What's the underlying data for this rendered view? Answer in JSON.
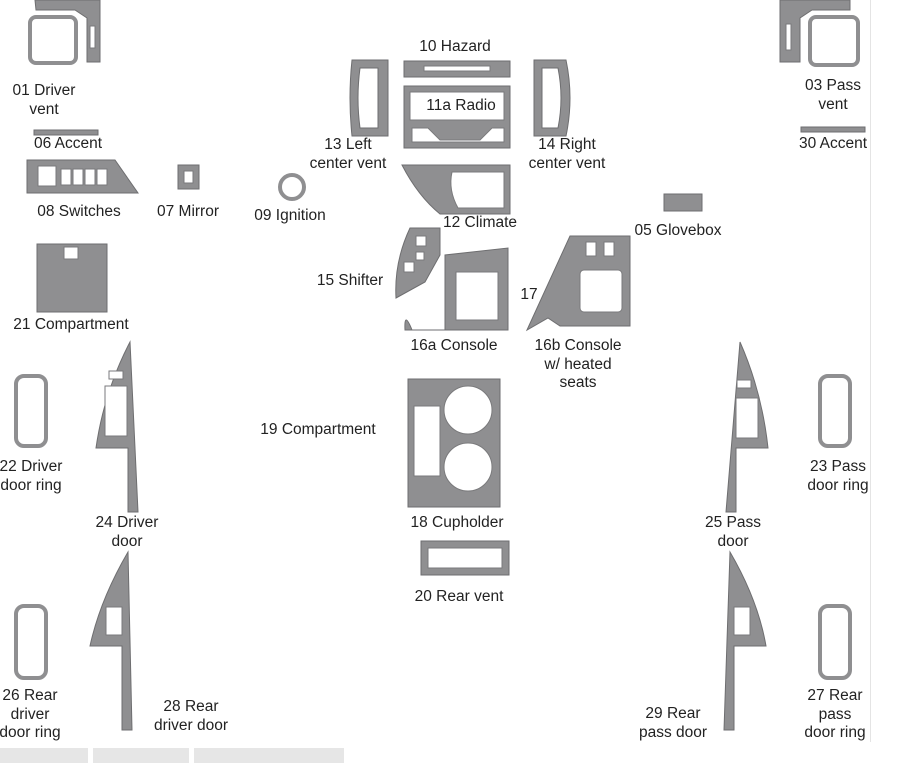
{
  "labels": [
    {
      "id": "01",
      "text": "01 Driver\nvent"
    },
    {
      "id": "03",
      "text": "03 Pass\nvent"
    },
    {
      "id": "05",
      "text": "05 Glovebox"
    },
    {
      "id": "06",
      "text": "06 Accent"
    },
    {
      "id": "07",
      "text": "07 Mirror"
    },
    {
      "id": "08",
      "text": "08 Switches"
    },
    {
      "id": "09",
      "text": "09 Ignition"
    },
    {
      "id": "10",
      "text": "10 Hazard"
    },
    {
      "id": "11a",
      "text": "11a Radio"
    },
    {
      "id": "12",
      "text": "12 Climate"
    },
    {
      "id": "13",
      "text": "13 Left\ncenter vent"
    },
    {
      "id": "14",
      "text": "14 Right\ncenter vent"
    },
    {
      "id": "15",
      "text": "15 Shifter"
    },
    {
      "id": "16a",
      "text": "16a Console"
    },
    {
      "id": "16b",
      "text": "16b Console\nw/ heated\nseats"
    },
    {
      "id": "17",
      "text": "17"
    },
    {
      "id": "18",
      "text": "18 Cupholder"
    },
    {
      "id": "19",
      "text": "19 Compartment"
    },
    {
      "id": "20",
      "text": "20 Rear vent"
    },
    {
      "id": "21",
      "text": "21 Compartment"
    },
    {
      "id": "22",
      "text": "22 Driver\ndoor ring"
    },
    {
      "id": "23",
      "text": "23 Pass\ndoor ring"
    },
    {
      "id": "24",
      "text": "24 Driver\ndoor"
    },
    {
      "id": "25",
      "text": "25 Pass\ndoor"
    },
    {
      "id": "26",
      "text": "26 Rear\ndriver\ndoor ring"
    },
    {
      "id": "27",
      "text": "27 Rear\npass\ndoor ring"
    },
    {
      "id": "28",
      "text": "28 Rear\ndriver door"
    },
    {
      "id": "29",
      "text": "29 Rear\npass door"
    },
    {
      "id": "30",
      "text": "30 Accent"
    }
  ],
  "colors": {
    "part_fill": "#8f8f91",
    "part_stroke": "#6e6e70",
    "background": "#ffffff"
  }
}
